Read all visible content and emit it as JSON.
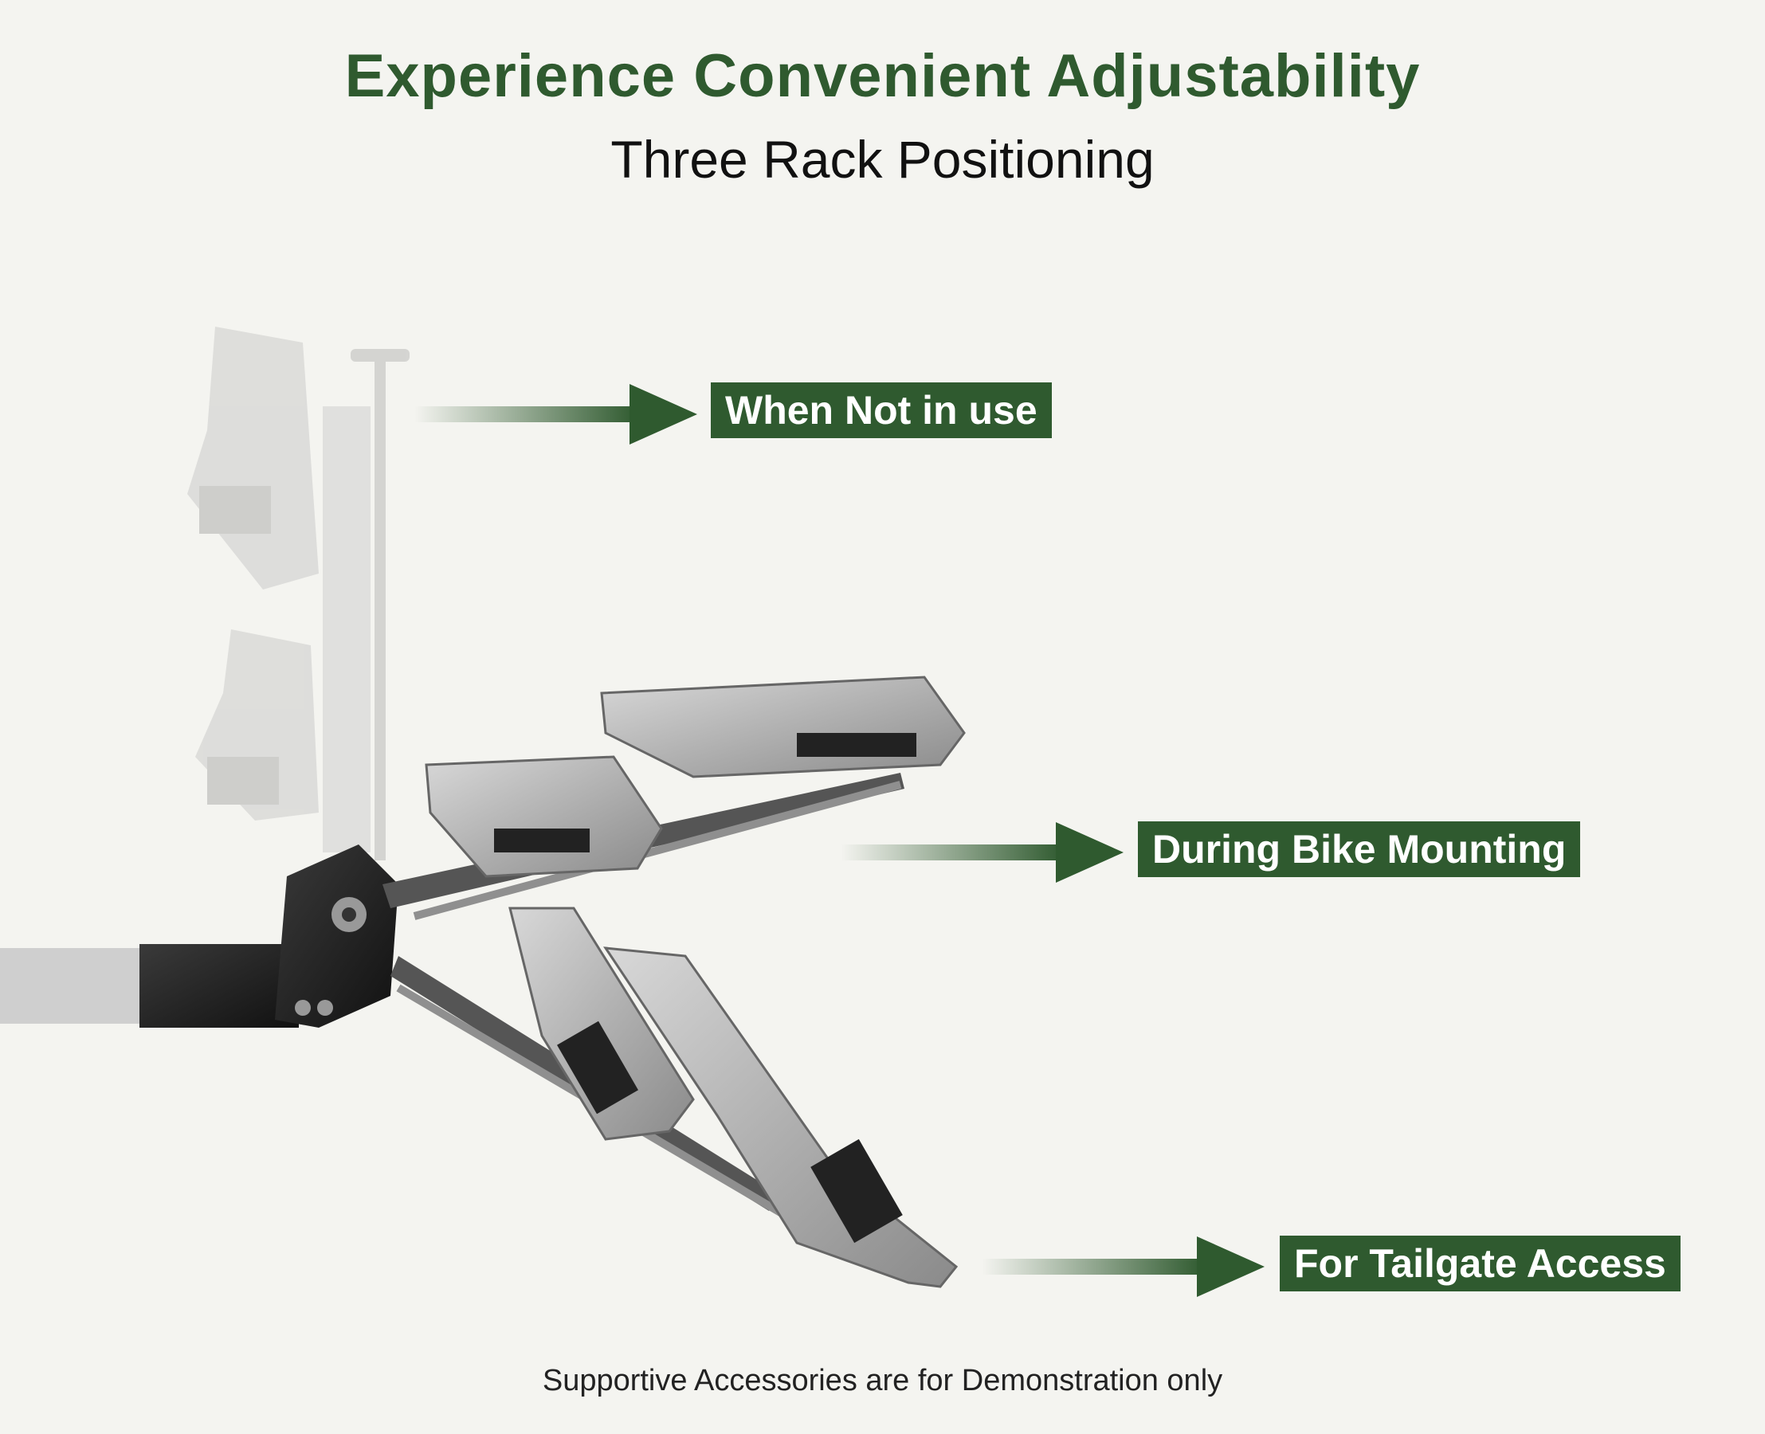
{
  "header": {
    "title": "Experience Convenient Adjustability",
    "subtitle": "Three Rack Positioning"
  },
  "callouts": [
    {
      "label": "When Not in use"
    },
    {
      "label": "During Bike Mounting"
    },
    {
      "label": "For Tailgate Access"
    }
  ],
  "footnote": "Supportive Accessories are for Demonstration only",
  "colors": {
    "background": "#f4f4f0",
    "accent": "#2f5a2f",
    "label_text": "#ffffff"
  }
}
